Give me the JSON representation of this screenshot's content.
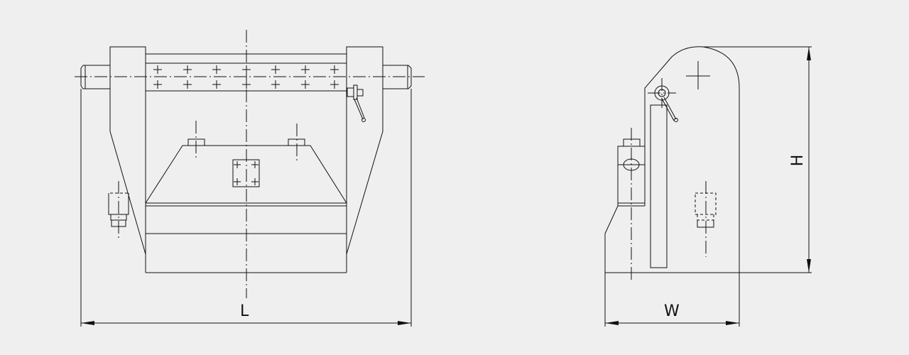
{
  "dimensions": {
    "length_label": "L",
    "width_label": "W",
    "height_label": "H"
  }
}
